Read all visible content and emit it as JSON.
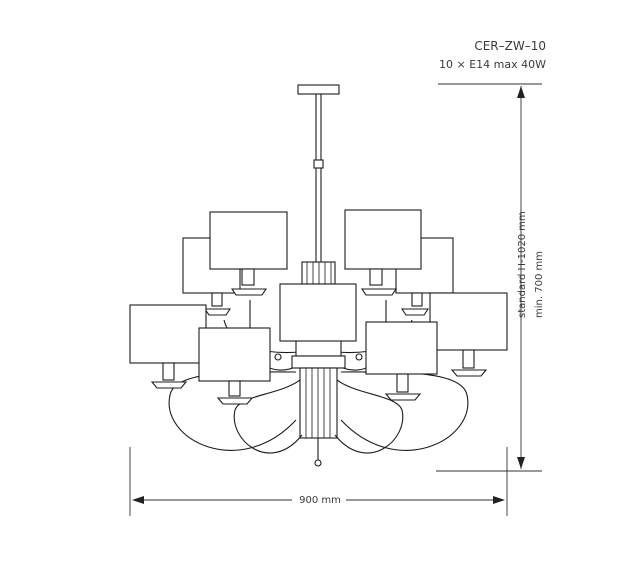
{
  "product": {
    "model": "CER–ZW–10",
    "bulbs": "10 × E14 max 40W"
  },
  "dimensions": {
    "width_label": "900 mm",
    "height_label": "standard H-1020 mm",
    "min_height_label": "min. 700 mm"
  }
}
